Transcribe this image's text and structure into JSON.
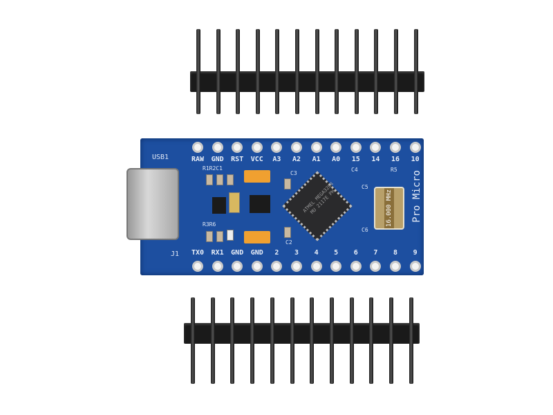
{
  "board": {
    "name": "Pro Micro",
    "top_pins": [
      "RAW",
      "GND",
      "RST",
      "VCC",
      "A3",
      "A2",
      "A1",
      "A0",
      "15",
      "14",
      "16",
      "10"
    ],
    "bottom_pins": [
      "TX0",
      "RX1",
      "GND",
      "GND",
      "2",
      "3",
      "4",
      "5",
      "6",
      "7",
      "8",
      "9"
    ],
    "usb_label": "USB1",
    "jumper_label": "J1",
    "component_labels": {
      "r1r2c1": "R1R2C1",
      "c3": "C3",
      "c4": "C4",
      "r5": "R5",
      "c5": "C5",
      "c6": "C6",
      "c2": "C2",
      "r3r6": "R3R6"
    },
    "crystal": "16.000 MHz",
    "chip_text": "ATMEL MEGA32U4 MU 2117E PH"
  },
  "colors": {
    "pcb": "#1d4fa0",
    "header": "#1a1a1a",
    "tantalum": "#f0a030"
  }
}
